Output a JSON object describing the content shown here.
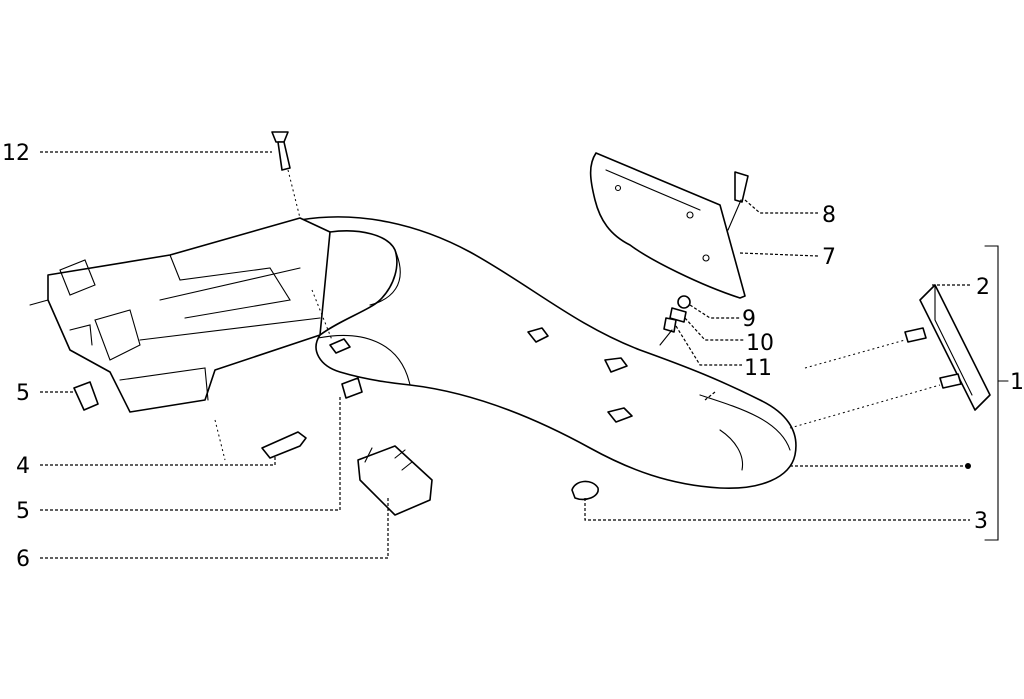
{
  "callouts": {
    "c1": "1",
    "c2": "2",
    "c3": "3",
    "c4": "4",
    "c5a": "5",
    "c5b": "5",
    "c6": "6",
    "c7": "7",
    "c8": "8",
    "c9": "9",
    "c10": "10",
    "c11": "11",
    "c12": "12"
  }
}
